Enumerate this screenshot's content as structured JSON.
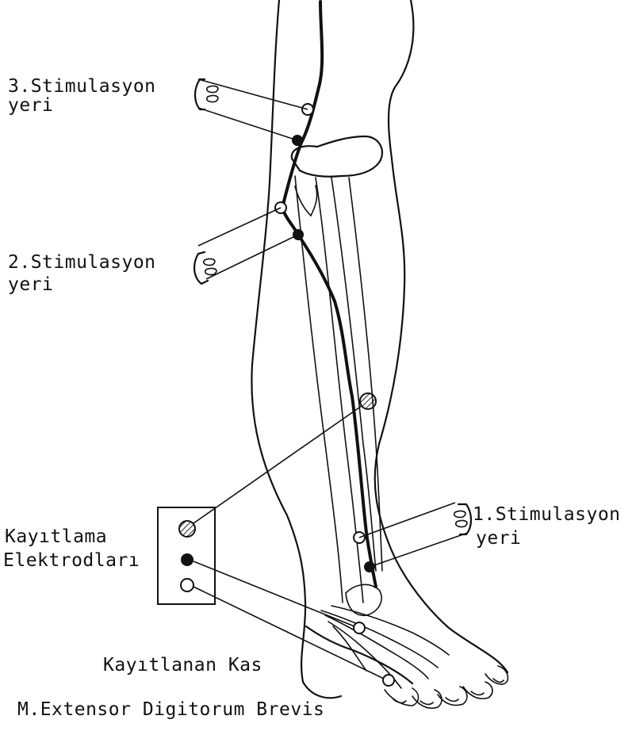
{
  "labels": {
    "stim3_line1": "3.Stimulasyon",
    "stim3_line2": "yeri",
    "stim2_line1": "2.Stimulasyon",
    "stim2_line2": "yeri",
    "stim1_line1": "1.Stimulasyon",
    "stim1_line2": "yeri",
    "recording_line1": "Kayıtlama",
    "recording_line2": "Elektrodları",
    "recorded_muscle": "Kayıtlanan Kas",
    "muscle_name": "M.Extensor Digitorum Brevis"
  }
}
